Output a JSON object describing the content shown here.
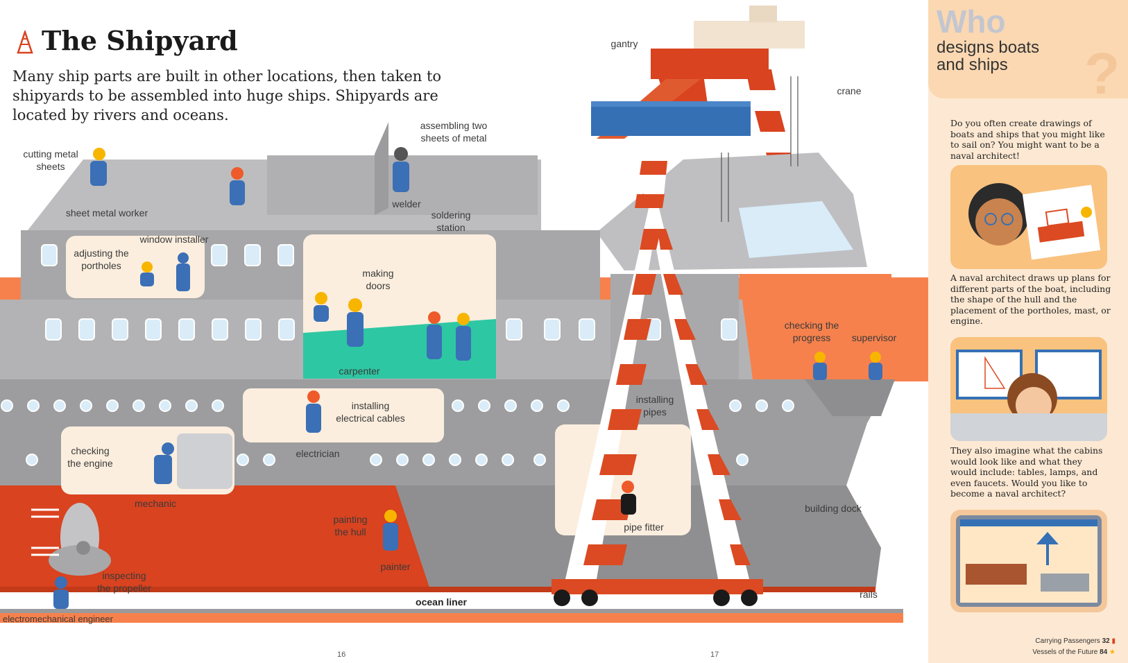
{
  "page": {
    "title": "The Shipyard",
    "intro": "Many ship parts are built in other locations, then taken to shipyards to be assembled into huge ships. Shipyards are located by rivers and oceans.",
    "page_left": "16",
    "page_right": "17"
  },
  "labels": {
    "gantry": "gantry",
    "crane": "crane",
    "cutting_metal_sheets": "cutting metal\nsheets",
    "sheet_metal_worker": "sheet metal worker",
    "assembling_two_sheets": "assembling two\nsheets of metal",
    "welder": "welder",
    "soldering_station": "soldering\nstation",
    "window_installer": "window installer",
    "adjusting_portholes": "adjusting the\nportholes",
    "making_doors": "making\ndoors",
    "carpenter": "carpenter",
    "checking_progress": "checking the\nprogress",
    "supervisor": "supervisor",
    "installing_cables": "installing\nelectrical cables",
    "electrician": "electrician",
    "installing_pipes": "installing\npipes",
    "checking_engine": "checking\nthe engine",
    "mechanic": "mechanic",
    "painting_hull": "painting\nthe hull",
    "painter": "painter",
    "pipe_fitter": "pipe fitter",
    "building_dock": "building dock",
    "inspecting_propeller": "inspecting\nthe propeller",
    "ocean_liner": "ocean liner",
    "rails": "rails",
    "electromechanical_engineer": "electromechanical engineer"
  },
  "sidebar": {
    "who": "Who",
    "subtitle": "designs boats\nand ships",
    "question_mark": "?",
    "para1": "Do you often create drawings of boats and ships that you might like to sail on? You might want to be a naval architect!",
    "para2": "A naval architect draws up plans for different parts of the boat, including the shape of the hull and the placement of the portholes, mast, or engine.",
    "para3": "They also imagine what the cabins would look like and what they would include: tables, lamps, and even faucets. Would you like to become a naval architect?",
    "footer": [
      {
        "label": "Carrying Passengers",
        "page": "32"
      },
      {
        "label": "Vessels of the Future",
        "page": "84"
      }
    ]
  },
  "colors": {
    "hull_red": "#d9431f",
    "ship_gray": "#a7a7a9",
    "deck_gray": "#c8c8ca",
    "orange_band": "#f6814d",
    "stripe_red": "#db4a22",
    "gantry_blue": "#3570b5",
    "window_blue": "#d9ecf8",
    "sidebar_bg": "#fde9d3"
  },
  "icons": [
    "crane-pictogram-icon",
    "book-icon",
    "star-icon"
  ]
}
